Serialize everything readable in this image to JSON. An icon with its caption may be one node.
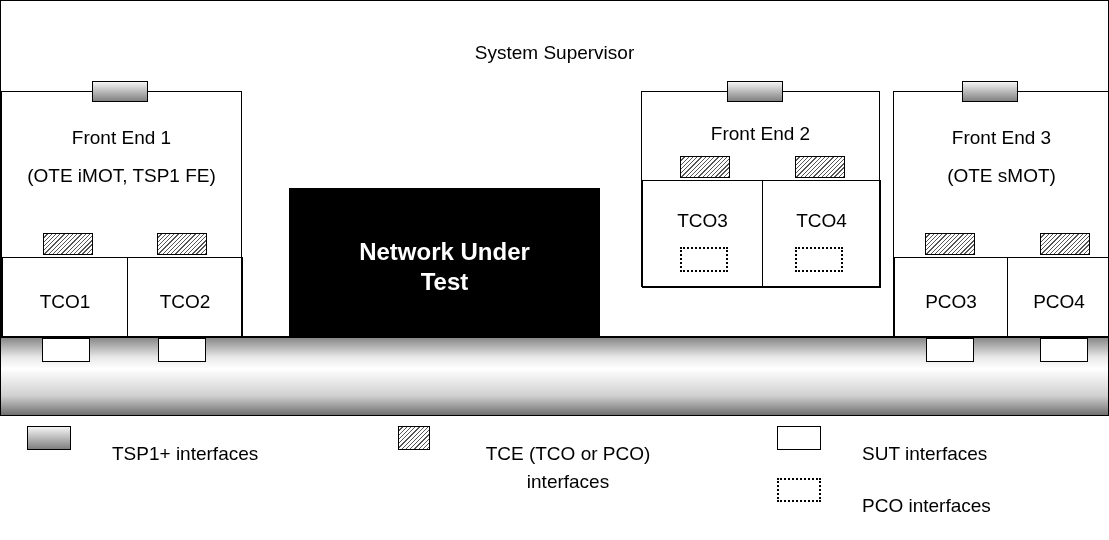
{
  "diagram": {
    "nodes": [
      {
        "text": [
          "System Supervisor"
        ]
      },
      {
        "text": [
          "Front End 1",
          "(OTE iMOT, TSP1 FE)"
        ],
        "in": 0
      },
      {
        "text": [
          "TCO1"
        ],
        "in": 1
      },
      {
        "text": [
          "TCO2"
        ],
        "in": 1
      },
      {
        "text": [
          "Network Under Test"
        ],
        "in": 0
      },
      {
        "text": [
          "Front End 2"
        ],
        "in": 0
      },
      {
        "text": [
          "TCO3"
        ],
        "in": 5
      },
      {
        "text": [
          "TCO4"
        ],
        "in": 5
      },
      {
        "text": [
          "Front End 3",
          "(OTE sMOT)"
        ],
        "in": 0
      },
      {
        "text": [
          "PCO3"
        ],
        "in": 8
      },
      {
        "text": [
          "PCO4"
        ],
        "in": 8
      },
      {
        "text": [],
        "shape": "cylinder"
      }
    ],
    "edges": [],
    "legend": [
      {
        "text": "TSP1+ interfaces"
      },
      {
        "text": "TCE (TCO or PCO) interfaces"
      },
      {
        "text": "SUT interfaces"
      },
      {
        "text": "PCO interfaces"
      }
    ]
  }
}
